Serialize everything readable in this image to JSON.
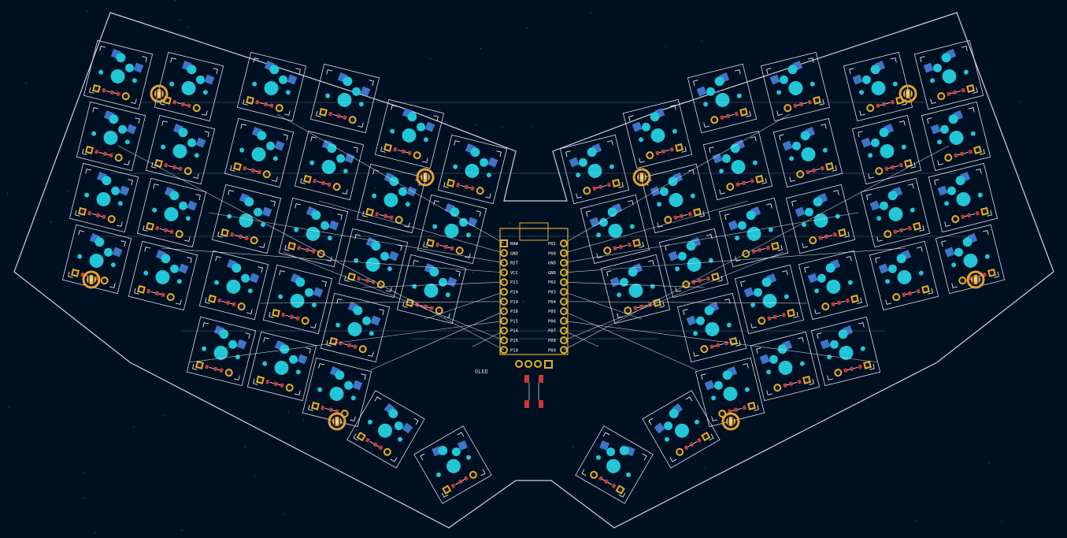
{
  "mcu": {
    "left_pins": [
      "RAW",
      "GND",
      "RST",
      "VCC",
      "P21",
      "P20",
      "P19",
      "P18",
      "P15",
      "P14",
      "P16",
      "P10"
    ],
    "right_pins": [
      "P01",
      "P00",
      "GND",
      "GND",
      "P02",
      "P03",
      "P04",
      "P05",
      "P06",
      "P07",
      "P08",
      "P09"
    ]
  },
  "oled": {
    "label": "OLED"
  },
  "colors": {
    "background": "#001023",
    "outline": "#d0d4da",
    "pad_cyan": "#22c6d6",
    "pad_blue": "#3f74c8",
    "via_gold": "#e0b02a",
    "diode_red": "#c83838",
    "silk_white": "#ffffff"
  }
}
